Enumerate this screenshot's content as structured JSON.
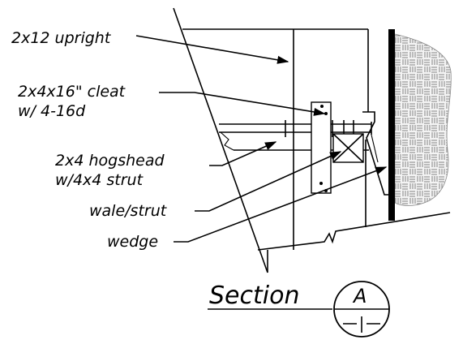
{
  "labels": {
    "upright": "2x12 upright",
    "cleat_line1": "2x4x16\" cleat",
    "cleat_line2": "w/ 4-16d",
    "hogshead_line1": "2x4 hogshead",
    "hogshead_line2": "w/4x4 strut",
    "wale": "wale/strut",
    "wedge": "wedge"
  },
  "section": {
    "title": "Section",
    "letter": "A"
  }
}
